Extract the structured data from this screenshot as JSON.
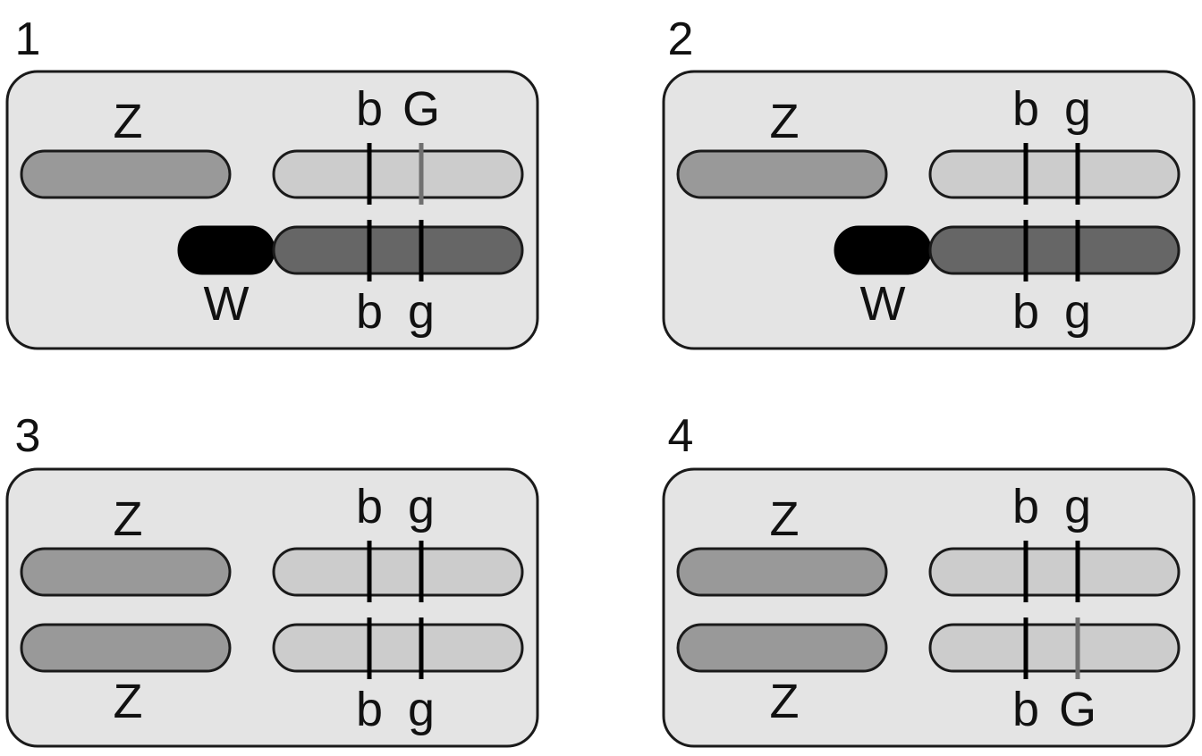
{
  "colors": {
    "panel_fill": "#e4e4e4",
    "z_chromosome": "#999999",
    "autosome_light": "#cccccc",
    "autosome_dark": "#666666",
    "w_chromosome": "#000000",
    "marker_recessive": "#000000",
    "marker_dominant": "#707070"
  },
  "panels": [
    {
      "number": "1",
      "top": {
        "sex_chrom": "Z",
        "sex_type": "Z",
        "auto_shade": "light",
        "loci": [
          "b",
          "G"
        ]
      },
      "bottom": {
        "sex_chrom": "W",
        "sex_type": "W",
        "auto_shade": "dark",
        "loci": [
          "b",
          "g"
        ]
      }
    },
    {
      "number": "2",
      "top": {
        "sex_chrom": "Z",
        "sex_type": "Z",
        "auto_shade": "light",
        "loci": [
          "b",
          "g"
        ]
      },
      "bottom": {
        "sex_chrom": "W",
        "sex_type": "W",
        "auto_shade": "dark",
        "loci": [
          "b",
          "g"
        ]
      }
    },
    {
      "number": "3",
      "top": {
        "sex_chrom": "Z",
        "sex_type": "Z",
        "auto_shade": "light",
        "loci": [
          "b",
          "g"
        ]
      },
      "bottom": {
        "sex_chrom": "Z",
        "sex_type": "Z",
        "auto_shade": "light",
        "loci": [
          "b",
          "g"
        ]
      }
    },
    {
      "number": "4",
      "top": {
        "sex_chrom": "Z",
        "sex_type": "Z",
        "auto_shade": "light",
        "loci": [
          "b",
          "g"
        ]
      },
      "bottom": {
        "sex_chrom": "Z",
        "sex_type": "Z",
        "auto_shade": "light",
        "loci": [
          "b",
          "G"
        ]
      }
    }
  ]
}
